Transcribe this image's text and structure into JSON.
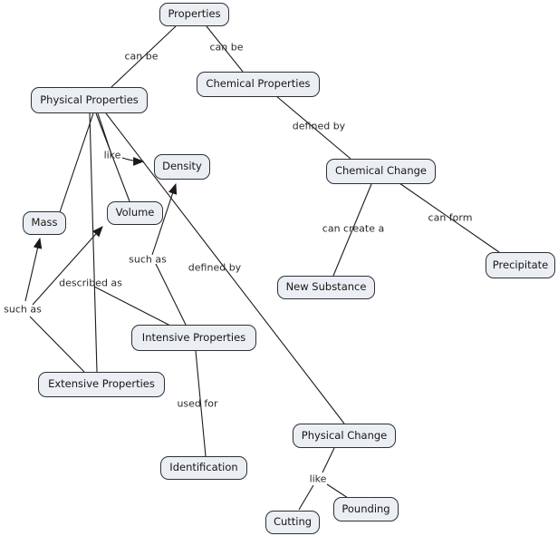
{
  "colors": {
    "background": "#ffffff",
    "node_fill": "#ebeff3",
    "node_border": "#2d3034",
    "text": "#161616",
    "label_text": "#2a2a2a",
    "line": "#1a1a1a"
  },
  "nodes": {
    "properties": {
      "label": "Properties"
    },
    "physical_properties": {
      "label": "Physical Properties"
    },
    "chemical_properties": {
      "label": "Chemical Properties"
    },
    "chemical_change": {
      "label": "Chemical Change"
    },
    "density": {
      "label": "Density"
    },
    "volume": {
      "label": "Volume"
    },
    "mass": {
      "label": "Mass"
    },
    "precipitate": {
      "label": "Precipitate"
    },
    "new_substance": {
      "label": "New Substance"
    },
    "intensive_properties": {
      "label": "Intensive Properties"
    },
    "extensive_properties": {
      "label": "Extensive Properties"
    },
    "identification": {
      "label": "Identification"
    },
    "physical_change": {
      "label": "Physical Change"
    },
    "cutting": {
      "label": "Cutting"
    },
    "pounding": {
      "label": "Pounding"
    }
  },
  "labels": {
    "can_be_left": "can be",
    "can_be_right": "can be",
    "defined_by_chemical": "defined by",
    "like_physical": "like",
    "such_as_intensive": "such as",
    "defined_by_physical": "defined by",
    "described_as": "described as",
    "such_as_extensive": "such as",
    "can_create_a": "can create a",
    "can_form": "can form",
    "used_for": "used for",
    "like_change": "like"
  },
  "edges": [
    {
      "from": "Properties",
      "label": "can be",
      "to": "Physical Properties"
    },
    {
      "from": "Properties",
      "label": "can be",
      "to": "Chemical Properties"
    },
    {
      "from": "Chemical Properties",
      "label": "defined by",
      "to": "Chemical Change"
    },
    {
      "from": "Chemical Change",
      "label": "can create a",
      "to": "New Substance"
    },
    {
      "from": "Chemical Change",
      "label": "can form",
      "to": "Precipitate"
    },
    {
      "from": "Physical Properties",
      "label": "like",
      "to": "Density"
    },
    {
      "from": "Physical Properties",
      "label": "like",
      "to": "Mass"
    },
    {
      "from": "Physical Properties",
      "label": "like",
      "to": "Volume"
    },
    {
      "from": "Physical Properties",
      "label": "described as",
      "to": "Intensive Properties"
    },
    {
      "from": "Physical Properties",
      "label": "described as",
      "to": "Extensive Properties"
    },
    {
      "from": "Physical Properties",
      "label": "defined by",
      "to": "Physical Change"
    },
    {
      "from": "Intensive Properties",
      "label": "such as",
      "to": "Density"
    },
    {
      "from": "Extensive Properties",
      "label": "such as",
      "to": "Mass"
    },
    {
      "from": "Extensive Properties",
      "label": "such as",
      "to": "Volume"
    },
    {
      "from": "Intensive Properties",
      "label": "used for",
      "to": "Identification"
    },
    {
      "from": "Physical Change",
      "label": "like",
      "to": "Cutting"
    },
    {
      "from": "Physical Change",
      "label": "like",
      "to": "Pounding"
    }
  ]
}
